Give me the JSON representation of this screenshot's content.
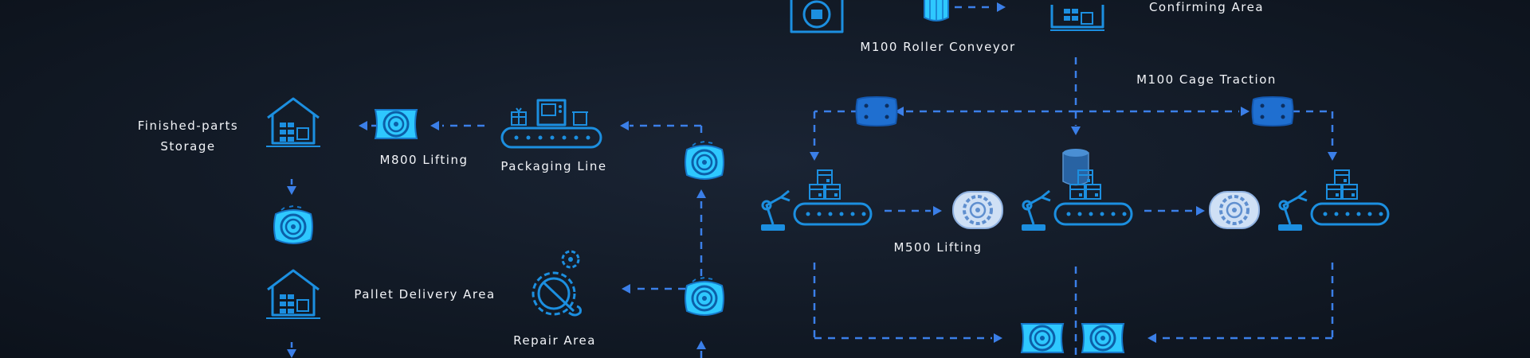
{
  "colors": {
    "background": "#121a26",
    "flow_arrow": "#3b7fe8",
    "icon_primary": "#1c8fe0",
    "icon_light": "#2ec8ff",
    "icon_pale": "#cfe0f5",
    "text": "#f2f4f8"
  },
  "labels": {
    "storage_1": "Finished-parts",
    "storage_2": "Storage",
    "m800": "M800 Lifting",
    "packaging": "Packaging Line",
    "pallet": "Pallet Delivery Area",
    "repair": "Repair Area",
    "m100_roller": "M100 Roller Conveyor",
    "confirming": "Confirming Area",
    "cage": "M100 Cage Traction",
    "m500": "M500 Lifting"
  },
  "icons": [
    "warehouse-icon",
    "lift-cylinder-icon",
    "packaging-line-icon",
    "robot-arm-icon",
    "conveyor-icon",
    "repair-gear-icon",
    "cage-traction-icon",
    "roller-icon",
    "package-icon",
    "arrow-icon"
  ]
}
